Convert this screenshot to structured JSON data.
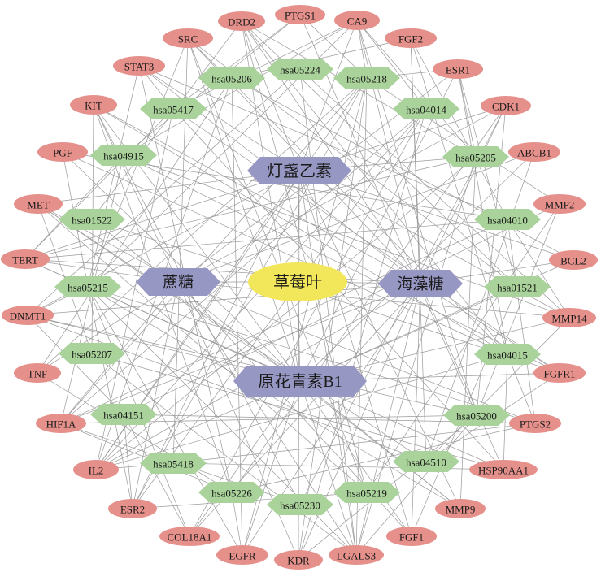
{
  "network": {
    "herb": {
      "label": "草莓叶",
      "color": "#f2e65a"
    },
    "compounds": [
      {
        "id": "c-dengzhanyisu",
        "label": "灯盏乙素"
      },
      {
        "id": "c-zhetang",
        "label": "蔗糖"
      },
      {
        "id": "c-haizaotang",
        "label": "海藻糖"
      },
      {
        "id": "c-yuanhuaqingsu",
        "label": "原花青素B1"
      }
    ],
    "pathways": [
      {
        "id": "p05224",
        "label": "hsa05224"
      },
      {
        "id": "p05206",
        "label": "hsa05206"
      },
      {
        "id": "p05218",
        "label": "hsa05218"
      },
      {
        "id": "p05417",
        "label": "hsa05417"
      },
      {
        "id": "p04014",
        "label": "hsa04014"
      },
      {
        "id": "p04915",
        "label": "hsa04915"
      },
      {
        "id": "p05205",
        "label": "hsa05205"
      },
      {
        "id": "p01522",
        "label": "hsa01522"
      },
      {
        "id": "p04010",
        "label": "hsa04010"
      },
      {
        "id": "p05215",
        "label": "hsa05215"
      },
      {
        "id": "p01521",
        "label": "hsa01521"
      },
      {
        "id": "p05207",
        "label": "hsa05207"
      },
      {
        "id": "p04015",
        "label": "hsa04015"
      },
      {
        "id": "p04151",
        "label": "hsa04151"
      },
      {
        "id": "p05200",
        "label": "hsa05200"
      },
      {
        "id": "p05418",
        "label": "hsa05418"
      },
      {
        "id": "p04510",
        "label": "hsa04510"
      },
      {
        "id": "p05226",
        "label": "hsa05226"
      },
      {
        "id": "p05230",
        "label": "hsa05230"
      },
      {
        "id": "p05219",
        "label": "hsa05219"
      }
    ],
    "targets": [
      {
        "id": "t-ptgs1",
        "label": "PTGS1"
      },
      {
        "id": "t-drd2",
        "label": "DRD2"
      },
      {
        "id": "t-ca9",
        "label": "CA9"
      },
      {
        "id": "t-src",
        "label": "SRC"
      },
      {
        "id": "t-fgf2",
        "label": "FGF2"
      },
      {
        "id": "t-stat3",
        "label": "STAT3"
      },
      {
        "id": "t-esr1",
        "label": "ESR1"
      },
      {
        "id": "t-kit",
        "label": "KIT"
      },
      {
        "id": "t-cdk1",
        "label": "CDK1"
      },
      {
        "id": "t-pgf",
        "label": "PGF"
      },
      {
        "id": "t-abcb1",
        "label": "ABCB1"
      },
      {
        "id": "t-met",
        "label": "MET"
      },
      {
        "id": "t-mmp2",
        "label": "MMP2"
      },
      {
        "id": "t-tert",
        "label": "TERT"
      },
      {
        "id": "t-bcl2",
        "label": "BCL2"
      },
      {
        "id": "t-dnmt1",
        "label": "DNMT1"
      },
      {
        "id": "t-mmp14",
        "label": "MMP14"
      },
      {
        "id": "t-tnf",
        "label": "TNF"
      },
      {
        "id": "t-fgfr1",
        "label": "FGFR1"
      },
      {
        "id": "t-hif1a",
        "label": "HIF1A"
      },
      {
        "id": "t-ptgs2",
        "label": "PTGS2"
      },
      {
        "id": "t-il2",
        "label": "IL2"
      },
      {
        "id": "t-hsp90aa1",
        "label": "HSP90AA1"
      },
      {
        "id": "t-esr2",
        "label": "ESR2"
      },
      {
        "id": "t-mmp9",
        "label": "MMP9"
      },
      {
        "id": "t-col18a1",
        "label": "COL18A1"
      },
      {
        "id": "t-fgf1",
        "label": "FGF1"
      },
      {
        "id": "t-egfr",
        "label": "EGFR"
      },
      {
        "id": "t-kdr",
        "label": "KDR"
      },
      {
        "id": "t-lgals3",
        "label": "LGALS3"
      }
    ],
    "colors": {
      "herb": "#f2e65a",
      "compound": "#9797c4",
      "pathway": "#a9d39a",
      "target": "#e5908b",
      "edge": "#9a9a9a"
    }
  }
}
